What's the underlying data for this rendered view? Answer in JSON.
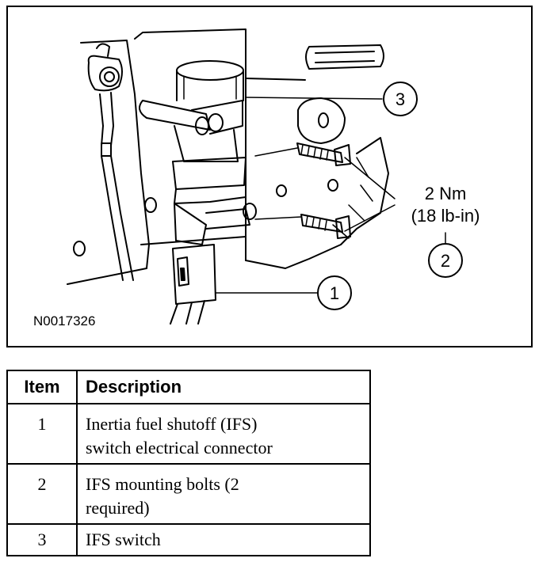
{
  "figure": {
    "id": "N0017326",
    "callouts": {
      "c1": "1",
      "c2": "2",
      "c3": "3"
    },
    "torque_spec": {
      "metric": "2 Nm",
      "imperial": "(18 lb-in)"
    }
  },
  "table": {
    "headers": {
      "item": "Item",
      "description": "Description"
    },
    "rows": [
      {
        "item": "1",
        "description_line1": "Inertia fuel shutoff (IFS)",
        "description_line2": "switch electrical connector"
      },
      {
        "item": "2",
        "description_line1": "IFS mounting bolts (2",
        "description_line2": "required)"
      },
      {
        "item": "3",
        "description_line1": "IFS switch",
        "description_line2": ""
      }
    ]
  }
}
